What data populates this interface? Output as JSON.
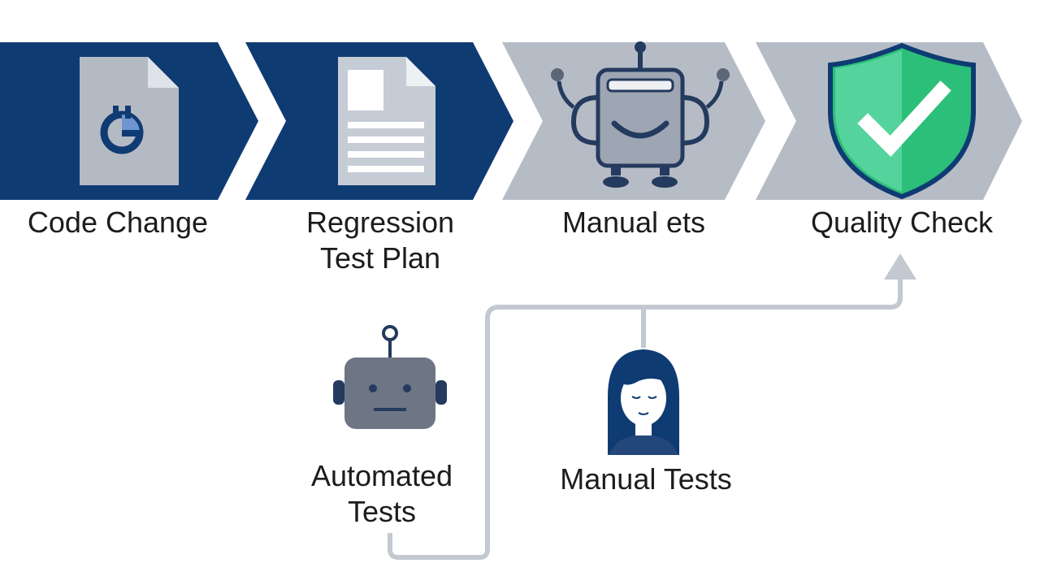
{
  "steps": [
    {
      "label": "Code Change",
      "icon": "code-document-icon",
      "color": "#0f3b73"
    },
    {
      "label_line1": "Regression",
      "label_line2": "Test Plan",
      "icon": "test-plan-document-icon",
      "color": "#0f3b73"
    },
    {
      "label": "Manual ets",
      "icon": "robot-icon",
      "color": "#b6bcc6"
    },
    {
      "label": "Quality Check",
      "icon": "shield-check-icon",
      "color": "#b6bcc6"
    }
  ],
  "branches": [
    {
      "label_line1": "Automated",
      "label_line2": "Tests",
      "icon": "robot-icon"
    },
    {
      "label": "Manual Tests",
      "icon": "person-icon"
    }
  ],
  "colors": {
    "navy": "#0f3b73",
    "grey_step": "#b6bcc6",
    "connector": "#c3c8d1",
    "shield_green": "#2bbf79",
    "text": "#1c1c1c"
  }
}
